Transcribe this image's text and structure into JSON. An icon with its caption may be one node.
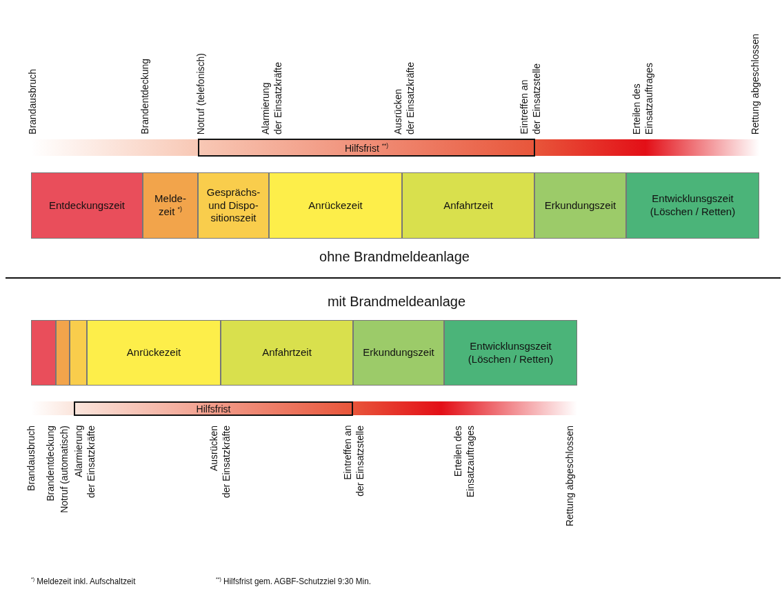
{
  "diagram": {
    "nodes": [
      {
        "text": [
          "Hilfsfrist $^{**)}$"
        ]
      },
      {
        "text": [
          "Entdeckungszeit"
        ]
      },
      {
        "text": [
          "Melde- zeit $^{*)}$"
        ]
      },
      {
        "text": [
          "Gesprächs- und Dispo- sitionszeit"
        ]
      },
      {
        "text": [
          "Anrückezeit"
        ]
      },
      {
        "text": [
          "Anfahrtzeit"
        ]
      },
      {
        "text": [
          "Erkundungszeit"
        ]
      },
      {
        "text": [
          "Entwicklunsgszeit (Löschen / Retten)"
        ]
      },
      {
        "text": [],
        "shape": "box"
      },
      {
        "text": [],
        "shape": "box"
      },
      {
        "text": [],
        "shape": "box"
      },
      {
        "text": [
          "Anrückezeit"
        ]
      },
      {
        "text": [
          "Anfahrtzeit"
        ]
      },
      {
        "text": [
          "Erkundungszeit"
        ]
      },
      {
        "text": [
          "Entwicklunsgszeit (Löschen / Retten)"
        ]
      },
      {
        "text": [
          "Hilfsfrist"
        ]
      }
    ],
    "edges": [],
    "labels": [
      "Brandausbruch",
      "Brandentdeckung",
      "Notruf (telefonisch)",
      "Alarmierung der Einsatzkräfte",
      "Ausrücken der Einsatzkräfte",
      "Eintreffen an der Einsatzstelle",
      "Erteilen des Einsatzauftrages",
      "Rettung abgeschlossen",
      "ohne Brandmeldeanlage",
      "mit Brandmeldeanlage",
      "Brandausbruch",
      "Brandentdeckung",
      "Notruf (automatisch)",
      "Alarmierung der Einsatzkräfte",
      "Ausrücken der Einsatzkräfte",
      "Eintreffen an der Einsatzstelle",
      "Erteilen des Einsatzauftrages",
      "Rettung abgeschlossen",
      "$^{*)}$ Meldezeit inkl. Aufschaltzeit",
      "$^{**)}$ Hilfsfrist gem. AGBF-Schutzziel 9:30 Min."
    ]
  }
}
